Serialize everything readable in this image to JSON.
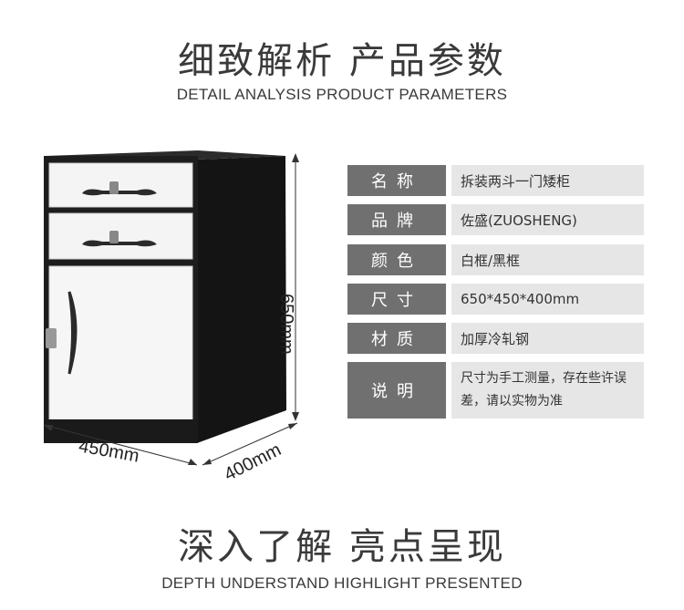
{
  "header": {
    "title_cn": "细致解析 产品参数",
    "title_en": "DETAIL ANALYSIS   PRODUCT PARAMETERS"
  },
  "figure": {
    "height_label": "650mm",
    "width_label": "450mm",
    "depth_label": "400mm"
  },
  "specs": [
    {
      "label": "名称",
      "value": "拆装两斗一门矮柜"
    },
    {
      "label": "品牌",
      "value": "佐盛(ZUOSHENG)"
    },
    {
      "label": "颜色",
      "value": "白框/黑框"
    },
    {
      "label": "尺寸",
      "value": "650*450*400mm"
    },
    {
      "label": "材质",
      "value": "加厚冷轧钢"
    },
    {
      "label": "说明",
      "value": "尺寸为手工测量，存在些许误差，请以实物为准"
    }
  ],
  "footer": {
    "title_cn": "深入了解 亮点呈现",
    "title_en": "DEPTH UNDERSTAND  HIGHLIGHT PRESENTED"
  },
  "colors": {
    "label_bg": "#707070",
    "value_bg": "#e6e6e6",
    "cabinet_body": "#1e1e1e",
    "cabinet_front": "#f2f2f2"
  }
}
